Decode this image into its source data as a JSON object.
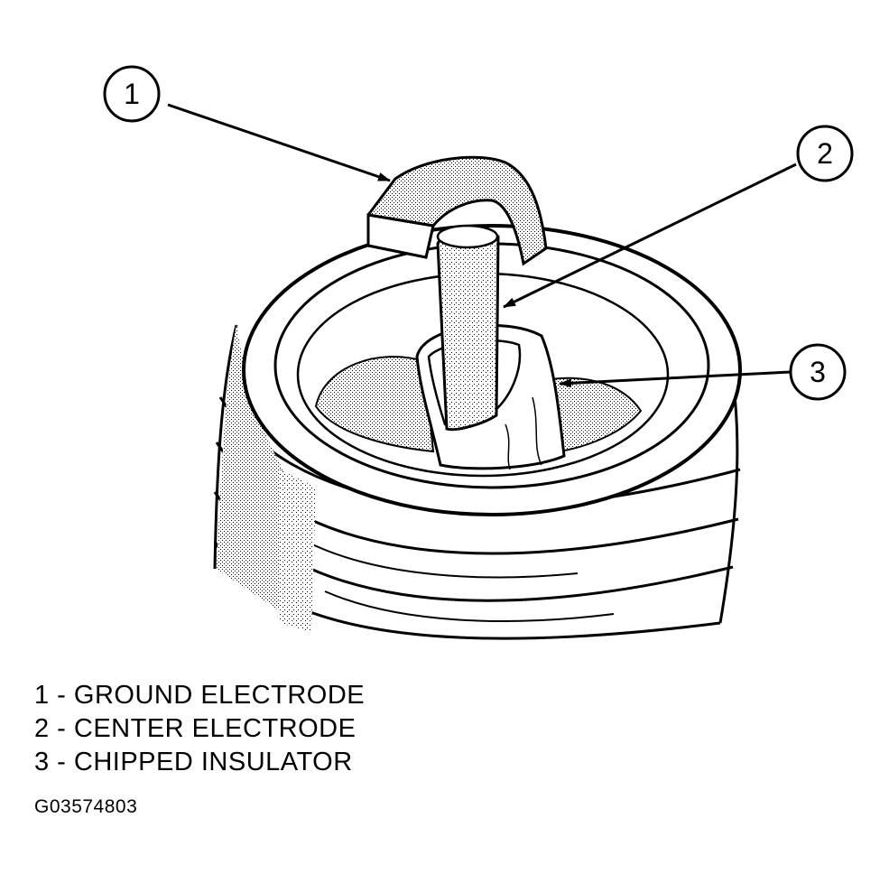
{
  "callouts": [
    {
      "number": "1",
      "label": "GROUND ELECTRODE"
    },
    {
      "number": "2",
      "label": "CENTER ELECTRODE"
    },
    {
      "number": "3",
      "label": "CHIPPED INSULATOR"
    }
  ],
  "legend": [
    "1 - GROUND ELECTRODE",
    "2 - CENTER ELECTRODE",
    "3 - CHIPPED INSULATOR"
  ],
  "figure_id": "G03574803"
}
